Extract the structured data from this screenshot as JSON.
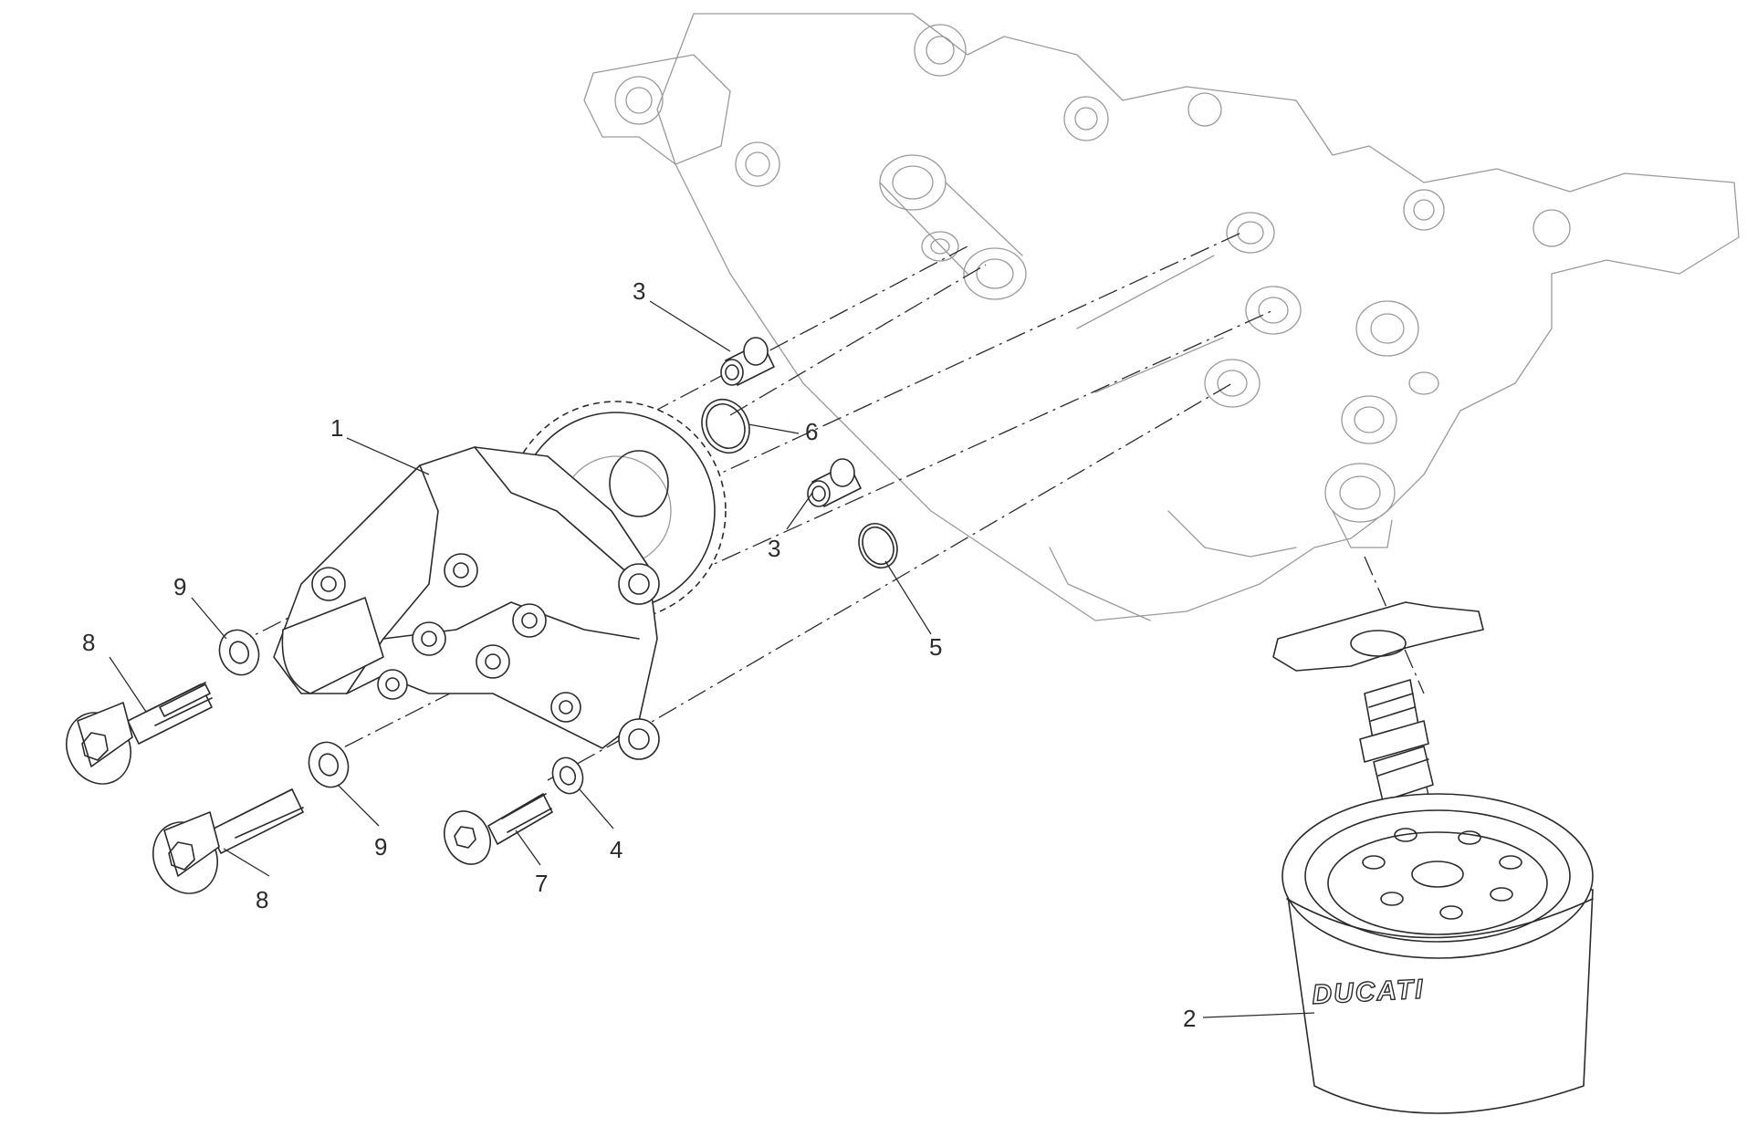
{
  "diagram": {
    "filter_brand": "DUCATI",
    "callouts": [
      {
        "id": "c1",
        "label": "1"
      },
      {
        "id": "c2",
        "label": "2"
      },
      {
        "id": "c3a",
        "label": "3"
      },
      {
        "id": "c3b",
        "label": "3"
      },
      {
        "id": "c4",
        "label": "4"
      },
      {
        "id": "c5",
        "label": "5"
      },
      {
        "id": "c6",
        "label": "6"
      },
      {
        "id": "c7",
        "label": "7"
      },
      {
        "id": "c8a",
        "label": "8"
      },
      {
        "id": "c8b",
        "label": "8"
      },
      {
        "id": "c9a",
        "label": "9"
      },
      {
        "id": "c9b",
        "label": "9"
      }
    ]
  }
}
